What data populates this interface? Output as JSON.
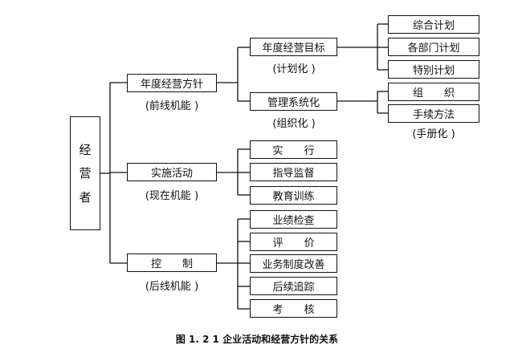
{
  "root": {
    "chars": [
      "经",
      "营",
      "者"
    ]
  },
  "branches": {
    "annual": {
      "label": "年度经营方针",
      "sub": "(前线机能 )"
    },
    "implement": {
      "label": "实施活动",
      "sub": "(现在机能 )"
    },
    "control": {
      "label": "控　　制",
      "sub": "(后线机能 )"
    }
  },
  "annual_children": {
    "goal": {
      "label": "年度经营目标",
      "sub": "(计划化 )"
    },
    "mgmt": {
      "label": "管理系统化",
      "sub": "(组织化 )"
    }
  },
  "goal_items": [
    "综合计划",
    "各部门计划",
    "特别计划"
  ],
  "mgmt_items": [
    "组　　织",
    "手续方法"
  ],
  "mgmt_note": "(手册化 )",
  "implement_items": [
    "实　　行",
    "指导监督",
    "教育训练"
  ],
  "control_items": [
    "业绩检查",
    "评　　价",
    "业务制度改善",
    "后续追踪",
    "考　　核"
  ],
  "caption": "图 1. 2  1   企业活动和经营方针的关系",
  "colors": {
    "line": "#111111",
    "background": "#ffffff"
  }
}
